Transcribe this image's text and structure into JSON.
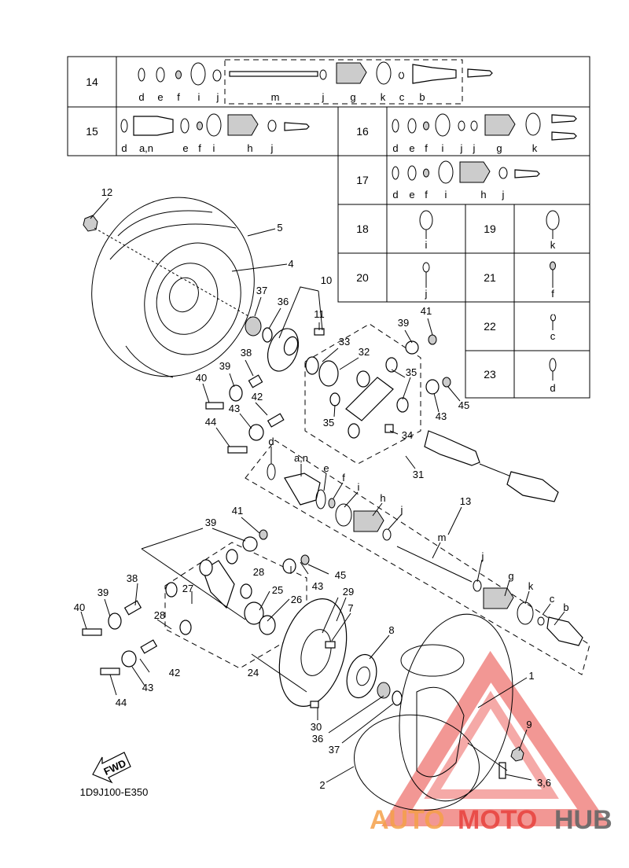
{
  "table": {
    "row14": {
      "num": "14",
      "letters": [
        "d",
        "e",
        "f",
        "i",
        "j",
        "m",
        "j",
        "g",
        "k",
        "c",
        "b"
      ]
    },
    "row15": {
      "num": "15",
      "letters": [
        "d",
        "a,n",
        "e",
        "f",
        "i",
        "h",
        "j"
      ]
    },
    "row16": {
      "num": "16",
      "letters": [
        "d",
        "e",
        "f",
        "i",
        "j",
        "j",
        "g",
        "k"
      ]
    },
    "row17": {
      "num": "17",
      "letters": [
        "d",
        "e",
        "f",
        "i",
        "h",
        "j"
      ]
    },
    "row18": {
      "num": "18",
      "letter": "i"
    },
    "row19": {
      "num": "19",
      "letter": "k"
    },
    "row20": {
      "num": "20",
      "letter": "j"
    },
    "row21": {
      "num": "21",
      "letter": "f"
    },
    "row22": {
      "num": "22",
      "letter": "c"
    },
    "row23": {
      "num": "23",
      "letter": "d"
    }
  },
  "callouts": {
    "c12": "12",
    "c5": "5",
    "c4": "4",
    "c10": "10",
    "c37a": "37",
    "c36a": "36",
    "c11": "11",
    "c39a": "39",
    "c41a": "41",
    "c33": "33",
    "c32": "32",
    "c38a": "38",
    "c39b": "39",
    "c40a": "40",
    "c42a": "42",
    "c43a": "43",
    "c44a": "44",
    "c35a": "35",
    "c35b": "35",
    "c43b": "43",
    "c45a": "45",
    "c34": "34",
    "c31": "31",
    "cd": "d",
    "can": "a,n",
    "ce": "e",
    "cf": "f",
    "ci": "i",
    "ch": "h",
    "cj1": "j",
    "c13": "13",
    "cm": "m",
    "c41b": "41",
    "c39c": "39",
    "c28a": "28",
    "c45b": "45",
    "c43c": "43",
    "c27": "27",
    "c38b": "38",
    "c25": "25",
    "c29": "29",
    "c26": "26",
    "c7": "7",
    "c39d": "39",
    "c28b": "28",
    "c40b": "40",
    "c8": "8",
    "cj2": "j",
    "cg": "g",
    "ck": "k",
    "cc": "c",
    "cb": "b",
    "c24": "24",
    "c42b": "42",
    "c43d": "43",
    "c44b": "44",
    "c1": "1",
    "c9": "9",
    "c30": "30",
    "c36b": "36",
    "c37b": "37",
    "c36": "3,6",
    "c2": "2"
  },
  "fwd": "FWD",
  "figure_code": "1D9J100-E350",
  "watermark": {
    "part1": "AUTO",
    "part2": "MOTO",
    "part3": "HUB"
  },
  "colors": {
    "watermark_orange": "#f5a04a",
    "watermark_red": "#e8413c",
    "watermark_gray": "#666666"
  }
}
